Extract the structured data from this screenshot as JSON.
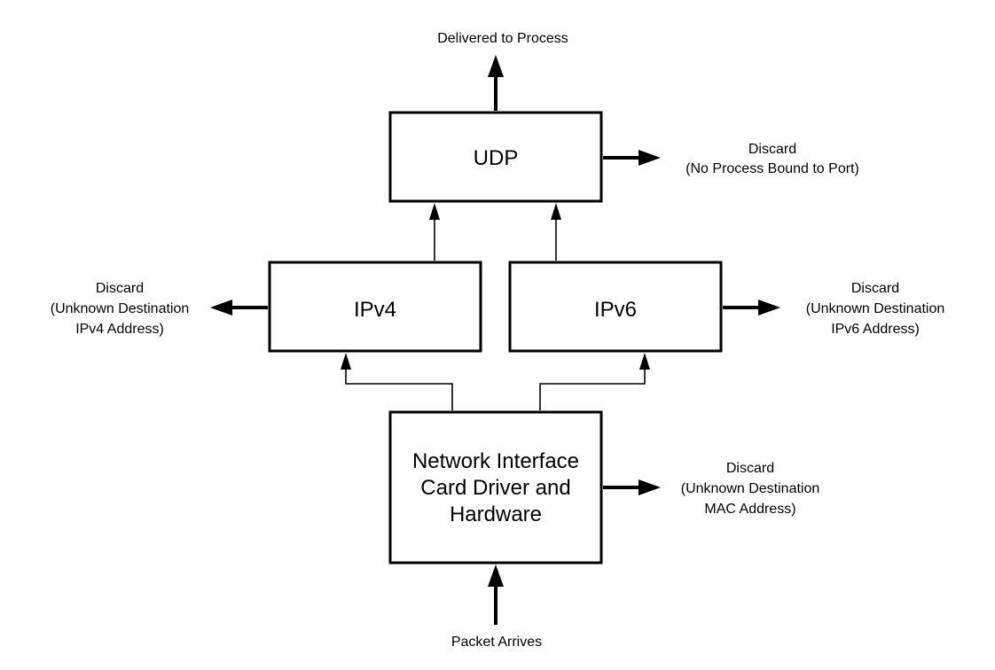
{
  "diagram": {
    "udp": {
      "label": "UDP"
    },
    "ipv4": {
      "label": "IPv4"
    },
    "ipv6": {
      "label": "IPv6"
    },
    "nic": {
      "lines": [
        "Network Interface",
        "Card Driver and",
        "Hardware"
      ]
    },
    "delivered": {
      "label": "Delivered to Process"
    },
    "packet_arrives": {
      "label": "Packet Arrives"
    },
    "discard_udp": {
      "lines": [
        "Discard",
        "(No Process Bound to Port)"
      ]
    },
    "discard_ipv4": {
      "lines": [
        "Discard",
        "(Unknown Destination",
        "IPv4 Address)"
      ]
    },
    "discard_ipv6": {
      "lines": [
        "Discard",
        "(Unknown Destination",
        "IPv6 Address)"
      ]
    },
    "discard_mac": {
      "lines": [
        "Discard",
        "(Unknown Destination",
        "MAC Address)"
      ]
    }
  }
}
